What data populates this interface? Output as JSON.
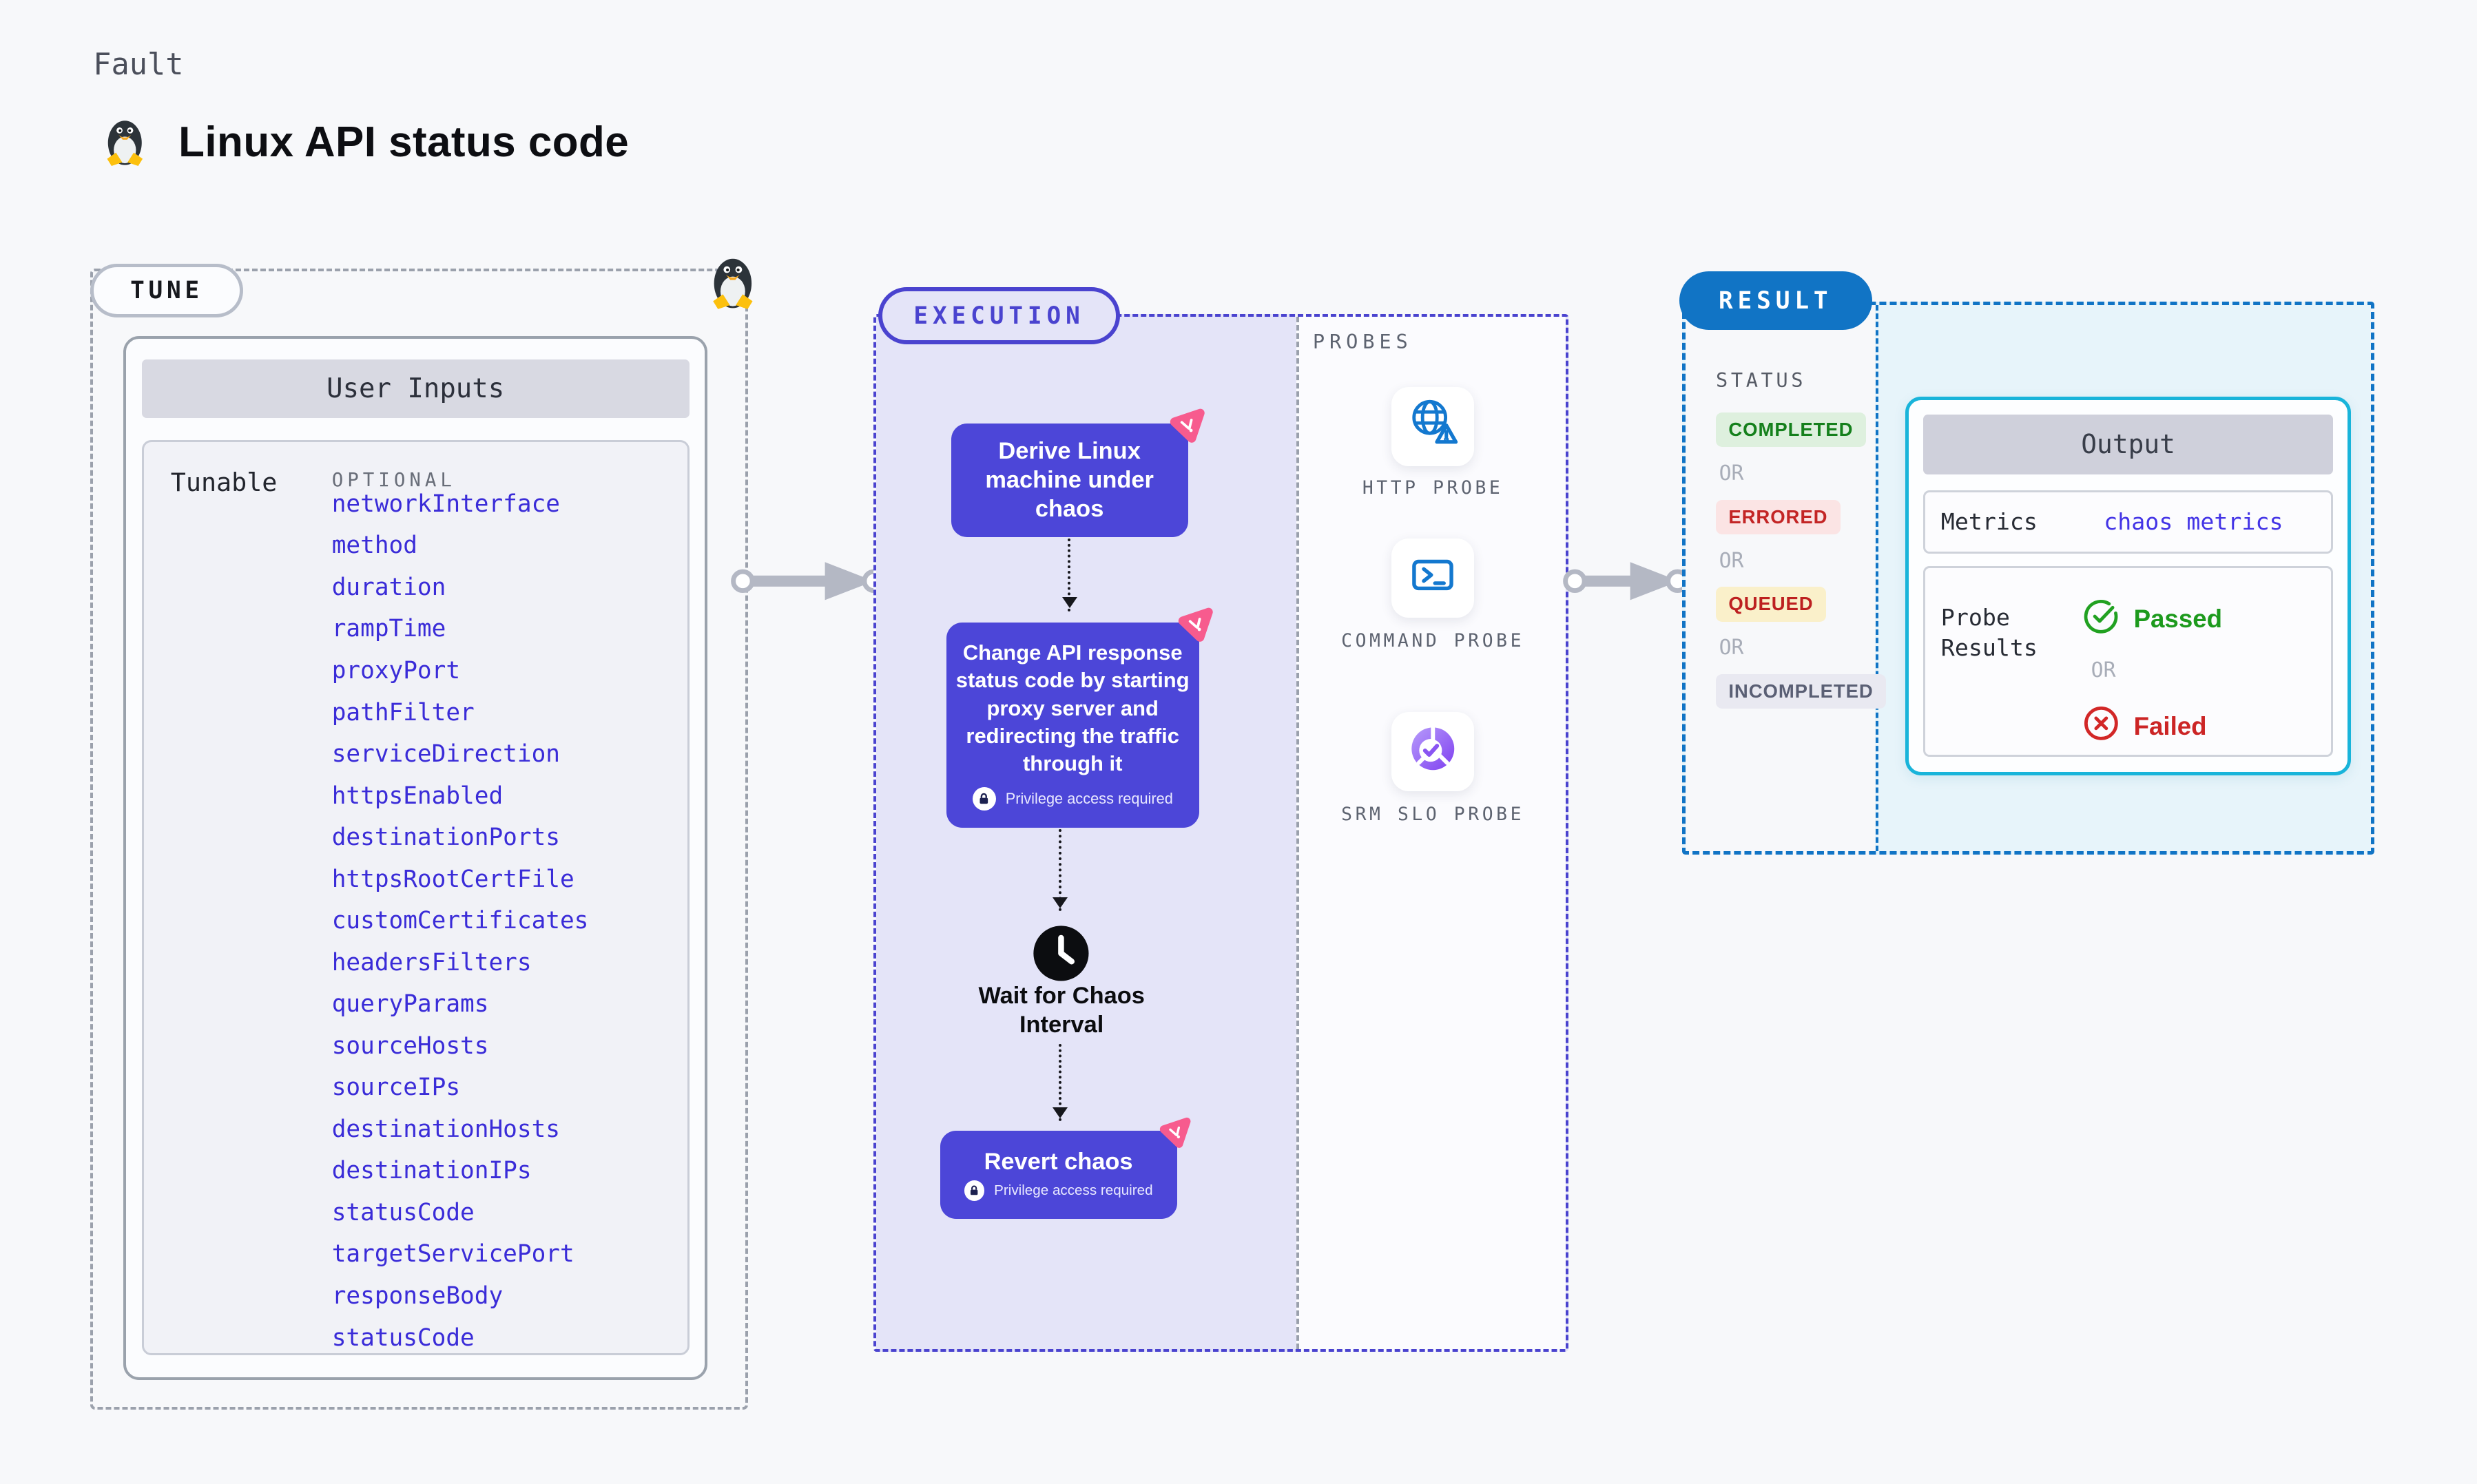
{
  "page": {
    "kicker": "Fault",
    "title": "Linux API status code"
  },
  "tune": {
    "label": "TUNE",
    "user_inputs_header": "User Inputs",
    "tunable_label": "Tunable",
    "optional_label": "OPTIONAL",
    "tunables": [
      "networkInterface",
      "method",
      "duration",
      "rampTime",
      "proxyPort",
      "pathFilter",
      "serviceDirection",
      "httpsEnabled",
      "destinationPorts",
      "httpsRootCertFile",
      "customCertificates",
      "headersFilters",
      "queryParams",
      "sourceHosts",
      "sourceIPs",
      "destinationHosts",
      "destinationIPs",
      "statusCode",
      "targetServicePort",
      "responseBody",
      "statusCode"
    ]
  },
  "execution": {
    "label": "EXECUTION",
    "steps": [
      {
        "type": "action",
        "text": "Derive Linux machine under chaos"
      },
      {
        "type": "action",
        "text": "Change API response status code by starting proxy server and redirecting the traffic through it",
        "privilege": "Privilege access required"
      },
      {
        "type": "wait",
        "text": "Wait for Chaos Interval"
      },
      {
        "type": "action",
        "text": "Revert chaos",
        "privilege": "Privilege access required"
      }
    ]
  },
  "probes": {
    "label": "PROBES",
    "items": [
      {
        "name": "HTTP PROBE",
        "icon": "globe-alert-icon"
      },
      {
        "name": "COMMAND PROBE",
        "icon": "terminal-icon"
      },
      {
        "name": "SRM SLO PROBE",
        "icon": "slo-donut-icon"
      }
    ]
  },
  "result": {
    "label": "RESULT",
    "status_label": "STATUS",
    "or_label": "OR",
    "statuses": [
      {
        "text": "COMPLETED",
        "bg": "#def0de",
        "color": "#15801c"
      },
      {
        "text": "ERRORED",
        "bg": "#fbe4e4",
        "color": "#c32525"
      },
      {
        "text": "QUEUED",
        "bg": "#faf0ca",
        "color": "#bd2020"
      },
      {
        "text": "INCOMPLETED",
        "bg": "#e9e9f1",
        "color": "#5a5f74"
      }
    ],
    "output": {
      "header": "Output",
      "metrics_label": "Metrics",
      "metrics_value": "chaos metrics",
      "probe_results_label": "Probe Results",
      "passed_label": "Passed",
      "failed_label": "Failed",
      "or_label": "OR"
    }
  },
  "colors": {
    "accent_indigo": "#4a43cf",
    "node_purple": "#4c46d8",
    "chaos_pink": "#f75b8e",
    "result_blue": "#1174c5",
    "output_border_cyan": "#19b4da",
    "tunable_link_blue": "#3a2cd8",
    "probe_icon_blue": "#1378cf",
    "passed_green": "#1d9a1d",
    "failed_red": "#cc2525"
  }
}
